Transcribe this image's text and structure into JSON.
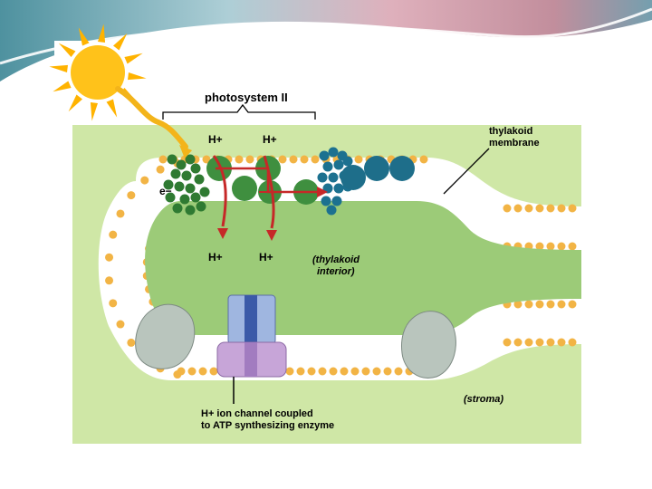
{
  "diagram": {
    "photosystem_label": "photosystem II",
    "thylakoid_membrane_label_line1": "thylakoid",
    "thylakoid_membrane_label_line2": "membrane",
    "electron_label": "e−",
    "proton_label": "H+",
    "interior_label_line1": "(thylakoid",
    "interior_label_line2": "interior)",
    "stroma_label": "(stroma)",
    "channel_caption_line1": "H+ ion channel coupled",
    "channel_caption_line2": "to ATP synthesizing enzyme"
  },
  "colors": {
    "stroma_background": "#cfe7a6",
    "interior": "#9ccb78",
    "phospholipid_head": "#f2b445",
    "photosystem_green": "#3f8f3f",
    "cytochrome_teal": "#1e6e8a",
    "arrow_red": "#c62828",
    "atp_synthase_blue": "#9fb6e0",
    "atp_synthase_purple": "#c7a5d8",
    "sun_yellow": "#ffc21a"
  }
}
